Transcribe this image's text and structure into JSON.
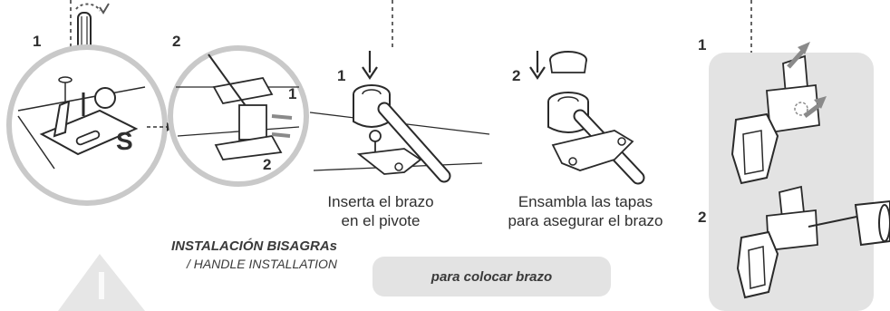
{
  "step_numbers": {
    "screw_step": "1",
    "zoom_step": "2",
    "zoom_arrow_1": "1",
    "zoom_arrow_2": "2",
    "insert_arm": "1",
    "assemble_caps": "2",
    "hinge_top": "1",
    "hinge_bottom": "2"
  },
  "circle_letter": "S",
  "captions": {
    "insert_line1": "Inserta el brazo",
    "insert_line2": "en el pivote",
    "caps_line1": "Ensambla las tapas",
    "caps_line2": "para asegurar el brazo"
  },
  "title": {
    "main": "INSTALACIÓN BISAGRAs",
    "sub": "/ HANDLE INSTALLATION"
  },
  "button": {
    "label": "para colocar brazo"
  },
  "colors": {
    "panel_gray": "#e3e3e3",
    "line": "#2a2a2a",
    "arrow_gray": "#8a8a8a"
  }
}
